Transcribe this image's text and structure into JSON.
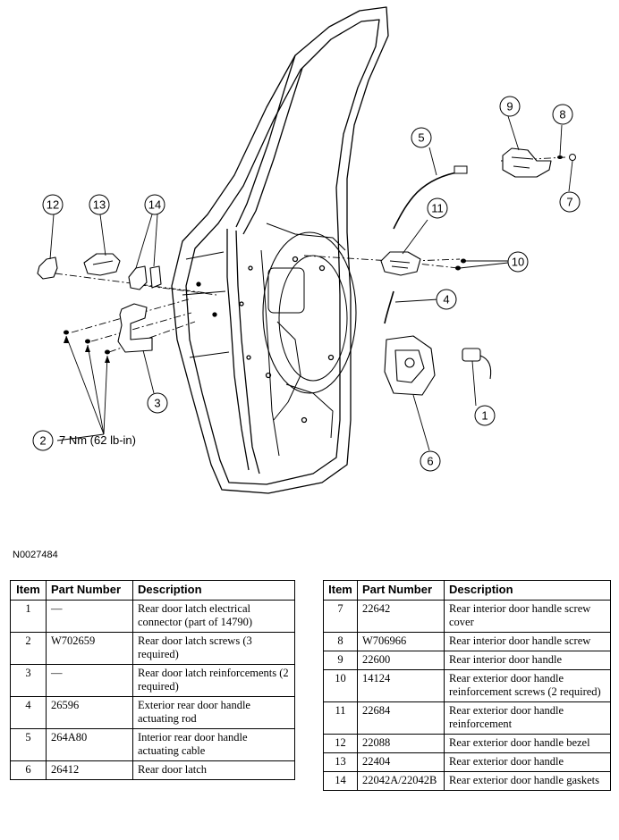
{
  "figure": {
    "id": "N0027484",
    "callouts": [
      {
        "num": "1"
      },
      {
        "num": "2",
        "torque": "7 Nm (62 lb-in)"
      },
      {
        "num": "3"
      },
      {
        "num": "4"
      },
      {
        "num": "5"
      },
      {
        "num": "6"
      },
      {
        "num": "7"
      },
      {
        "num": "8"
      },
      {
        "num": "9"
      },
      {
        "num": "10"
      },
      {
        "num": "11"
      },
      {
        "num": "12"
      },
      {
        "num": "13"
      },
      {
        "num": "14"
      }
    ]
  },
  "table": {
    "headers": {
      "item": "Item",
      "part_number": "Part Number",
      "description": "Description"
    },
    "left_rows": [
      {
        "item": "1",
        "part": "—",
        "desc": "Rear door latch electrical connector (part of 14790)"
      },
      {
        "item": "2",
        "part": "W702659",
        "desc": "Rear door latch screws (3 required)"
      },
      {
        "item": "3",
        "part": "—",
        "desc": "Rear door latch reinforcements (2 required)"
      },
      {
        "item": "4",
        "part": "26596",
        "desc": "Exterior rear door handle actuating rod"
      },
      {
        "item": "5",
        "part": "264A80",
        "desc": "Interior rear door handle actuating cable"
      },
      {
        "item": "6",
        "part": "26412",
        "desc": "Rear door latch"
      }
    ],
    "right_rows": [
      {
        "item": "7",
        "part": "22642",
        "desc": "Rear interior door handle screw cover"
      },
      {
        "item": "8",
        "part": "W706966",
        "desc": "Rear interior door handle screw"
      },
      {
        "item": "9",
        "part": "22600",
        "desc": "Rear interior door handle"
      },
      {
        "item": "10",
        "part": "14124",
        "desc": "Rear exterior door handle reinforcement screws (2 required)"
      },
      {
        "item": "11",
        "part": "22684",
        "desc": "Rear exterior door handle reinforcement"
      },
      {
        "item": "12",
        "part": "22088",
        "desc": "Rear exterior door handle bezel"
      },
      {
        "item": "13",
        "part": "22404",
        "desc": "Rear exterior door handle"
      },
      {
        "item": "14",
        "part": "22042A/22042B",
        "desc": "Rear exterior door handle gaskets"
      }
    ]
  }
}
